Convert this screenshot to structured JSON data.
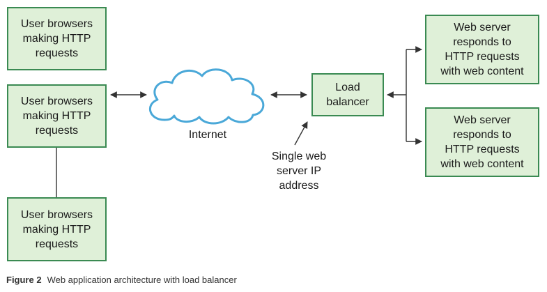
{
  "nodes": {
    "browser_1": "User browsers\nmaking HTTP\nrequests",
    "browser_2": "User browsers\nmaking HTTP\nrequests",
    "browser_3": "User browsers\nmaking HTTP\nrequests",
    "load_balancer": "Load\nbalancer",
    "server_1": "Web server\nresponds to\nHTTP requests\nwith web content",
    "server_2": "Web server\nresponds to\nHTTP requests\nwith web content"
  },
  "labels": {
    "internet": "Internet",
    "ip_address": "Single web\nserver IP\naddress"
  },
  "caption": {
    "number": "Figure 2",
    "text": "Web application architecture with load balancer"
  },
  "colors": {
    "box_fill": "#dff0d8",
    "box_border": "#3a8a52",
    "cloud_stroke": "#4aa8d8",
    "line": "#333333"
  },
  "icons": {
    "cloud": "cloud-icon"
  }
}
